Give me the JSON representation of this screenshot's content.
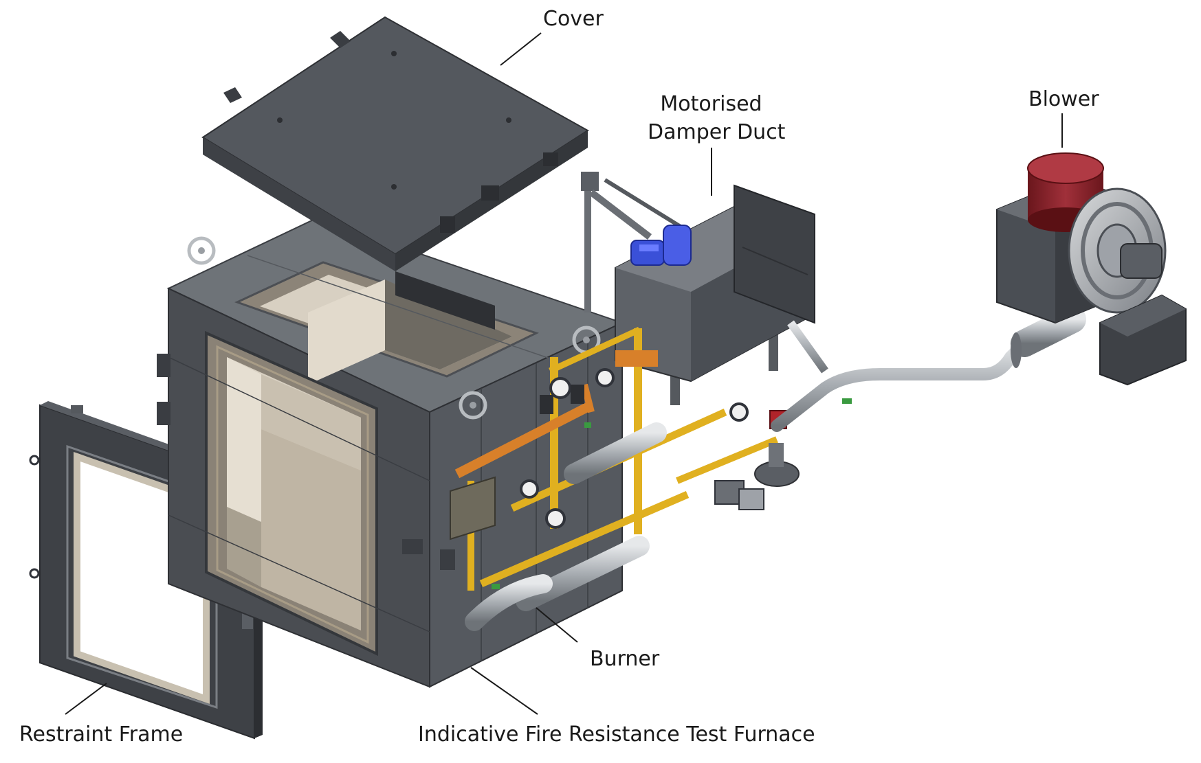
{
  "labels": {
    "cover": "Cover",
    "damper_line1": "Motorised",
    "damper_line2": "Damper Duct",
    "blower": "Blower",
    "burner": "Burner",
    "restraint_frame": "Restraint Frame",
    "furnace": "Indicative Fire Resistance Test Furnace"
  },
  "colors": {
    "steel_dark": "#4a4d52",
    "steel_mid": "#5c6066",
    "steel_light": "#70757c",
    "refractory": "#d8d0c2",
    "gas_pipe": "#e0b020",
    "orange_pipe": "#d8802a",
    "silver_pipe": "#b8bcc0",
    "damper_actuator": "#3a50d8",
    "blower_motor": "#8a2028",
    "leader_line": "#1a1a1a"
  }
}
